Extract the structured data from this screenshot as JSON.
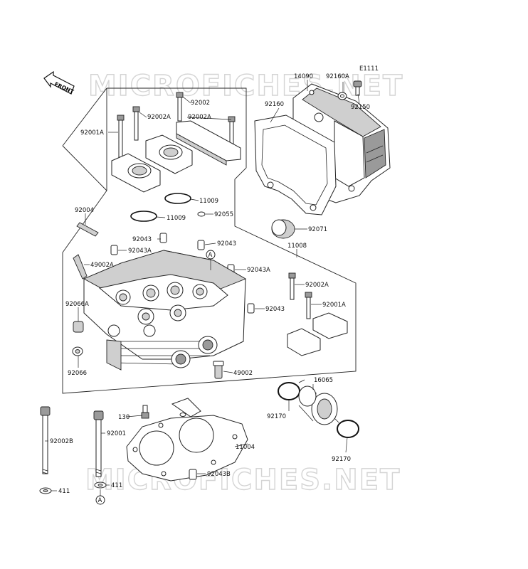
{
  "diagram": {
    "watermark": "MICROFICHES.NET",
    "figure_code": "E1111",
    "front_label": "FRONT",
    "ref_marker": "A",
    "parts": [
      {
        "id": "p14090",
        "label": "14090"
      },
      {
        "id": "p92160A",
        "label": "92160A"
      },
      {
        "id": "p92160",
        "label": "92160"
      },
      {
        "id": "p92150",
        "label": "92150"
      },
      {
        "id": "p92002_top",
        "label": "92002"
      },
      {
        "id": "p92002A_1",
        "label": "92002A"
      },
      {
        "id": "p92002A_2",
        "label": "92002A"
      },
      {
        "id": "p92001A_left",
        "label": "92001A"
      },
      {
        "id": "p11009_a",
        "label": "11009"
      },
      {
        "id": "p11009_b",
        "label": "11009"
      },
      {
        "id": "p92055",
        "label": "92055"
      },
      {
        "id": "p92071",
        "label": "92071"
      },
      {
        "id": "p92004",
        "label": "92004"
      },
      {
        "id": "p92043_a",
        "label": "92043"
      },
      {
        "id": "p92043_b",
        "label": "92043"
      },
      {
        "id": "p92043A_a",
        "label": "92043A"
      },
      {
        "id": "p11008",
        "label": "11008"
      },
      {
        "id": "p49002A",
        "label": "49002A"
      },
      {
        "id": "p92043A_b",
        "label": "92043A"
      },
      {
        "id": "p92002A_3",
        "label": "92002A"
      },
      {
        "id": "p92066A",
        "label": "92066A"
      },
      {
        "id": "p92001A_right",
        "label": "92001A"
      },
      {
        "id": "p92043_c",
        "label": "92043"
      },
      {
        "id": "p92066",
        "label": "92066"
      },
      {
        "id": "p49002",
        "label": "49002"
      },
      {
        "id": "p16065",
        "label": "16065"
      },
      {
        "id": "p130",
        "label": "130"
      },
      {
        "id": "p92170_a",
        "label": "92170"
      },
      {
        "id": "p92002B",
        "label": "92002B"
      },
      {
        "id": "p92001",
        "label": "92001"
      },
      {
        "id": "p11004",
        "label": "11004"
      },
      {
        "id": "p92170_b",
        "label": "92170"
      },
      {
        "id": "p92043B",
        "label": "92043B"
      },
      {
        "id": "p411_a",
        "label": "411"
      },
      {
        "id": "p411_b",
        "label": "411"
      }
    ]
  }
}
